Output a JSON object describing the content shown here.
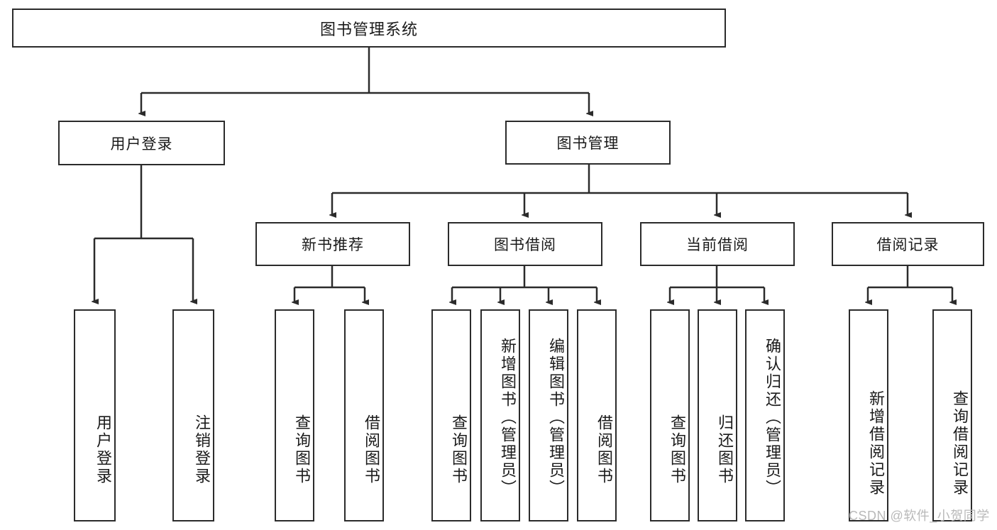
{
  "diagram": {
    "title": "图书管理系统",
    "type": "hierarchy-tree",
    "root": {
      "label": "图书管理系统",
      "orientation": "horizontal"
    },
    "level1": [
      {
        "label": "用户登录",
        "orientation": "horizontal"
      },
      {
        "label": "图书管理",
        "orientation": "horizontal"
      }
    ],
    "level2": [
      {
        "label": "新书推荐",
        "orientation": "horizontal",
        "parent": "图书管理"
      },
      {
        "label": "图书借阅",
        "orientation": "horizontal",
        "parent": "图书管理"
      },
      {
        "label": "当前借阅",
        "orientation": "horizontal",
        "parent": "图书管理"
      },
      {
        "label": "借阅记录",
        "orientation": "horizontal",
        "parent": "图书管理"
      }
    ],
    "leaves": {
      "user_login": [
        {
          "label": "用户登录",
          "orientation": "vertical"
        },
        {
          "label": "注销登录",
          "orientation": "vertical"
        }
      ],
      "new_book_recommend": [
        {
          "label": "查询图书",
          "orientation": "vertical"
        },
        {
          "label": "借阅图书",
          "orientation": "vertical"
        }
      ],
      "book_borrow": [
        {
          "label": "查询图书",
          "orientation": "vertical"
        },
        {
          "label": "新增图书（管理员）",
          "orientation": "vertical"
        },
        {
          "label": "编辑图书（管理员）",
          "orientation": "vertical"
        },
        {
          "label": "借阅图书",
          "orientation": "vertical"
        }
      ],
      "current_borrow": [
        {
          "label": "查询图书",
          "orientation": "vertical"
        },
        {
          "label": "归还图书",
          "orientation": "vertical"
        },
        {
          "label": "确认归还（管理员）",
          "orientation": "vertical"
        }
      ],
      "borrow_record": [
        {
          "label": "新增借阅记录",
          "orientation": "vertical"
        },
        {
          "label": "查询借阅记录",
          "orientation": "vertical"
        }
      ]
    },
    "watermark": "CSDN @软件_小贺同学",
    "colors": {
      "stroke": "#2b2b2b",
      "fill": "#ffffff",
      "text": "#1a1a1a",
      "watermark": "#b9b9b9"
    }
  }
}
